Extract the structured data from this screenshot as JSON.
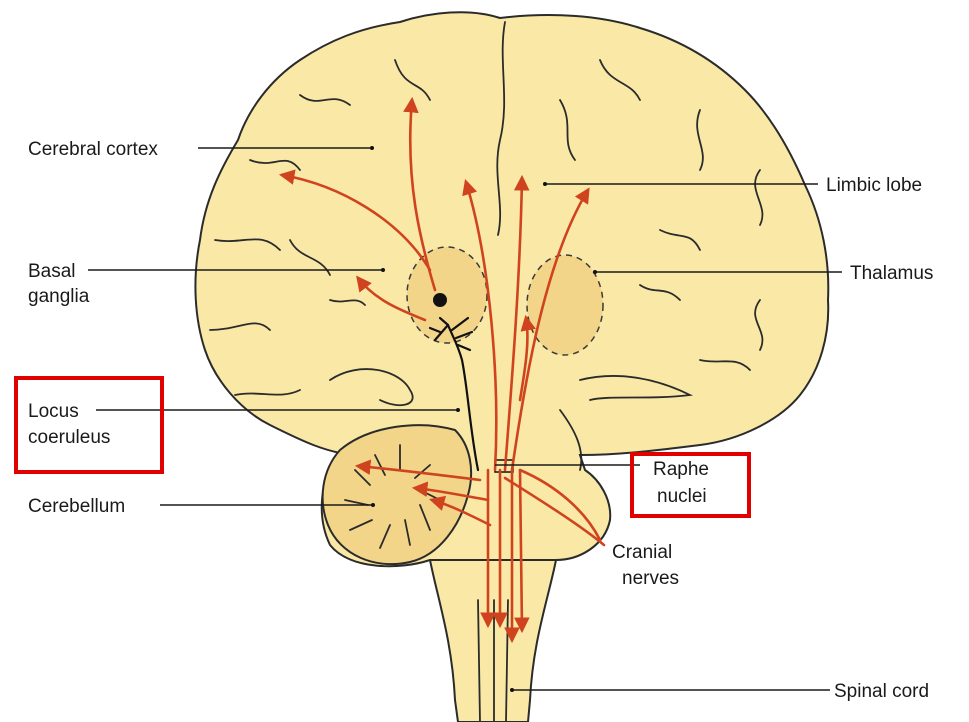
{
  "labels": {
    "cerebral_cortex": "Cerebral cortex",
    "limbic_lobe": "Limbic lobe",
    "basal_line1": "Basal",
    "basal_line2": "ganglia",
    "thalamus": "Thalamus",
    "locus_line1": "Locus",
    "locus_line2": "coeruleus",
    "raphe_line1": "Raphe",
    "raphe_line2": "nuclei",
    "cerebellum": "Cerebellum",
    "cranial_line1": "Cranial",
    "cranial_line2": "nerves",
    "spinal_cord": "Spinal cord"
  },
  "colors": {
    "brain": "#f9e8a6",
    "nucleus": "#f3d58a",
    "pathway": "#d0431f",
    "highlight": "#e00000",
    "outline": "#2b2b2b"
  }
}
